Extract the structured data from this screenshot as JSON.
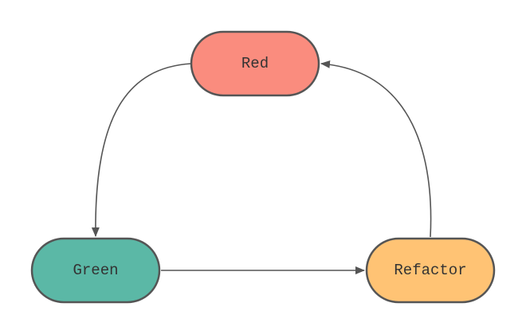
{
  "diagram": {
    "nodes": {
      "red": {
        "label": "Red",
        "color": "#FA8C7E"
      },
      "green": {
        "label": "Green",
        "color": "#5BB8A6"
      },
      "refactor": {
        "label": "Refactor",
        "color": "#FFC374"
      }
    },
    "edges": [
      {
        "from": "Red",
        "to": "Green"
      },
      {
        "from": "Green",
        "to": "Refactor"
      },
      {
        "from": "Refactor",
        "to": "Red"
      }
    ],
    "colors": {
      "stroke": "#555555",
      "text": "#333333",
      "background": "#FFFFFF"
    }
  }
}
